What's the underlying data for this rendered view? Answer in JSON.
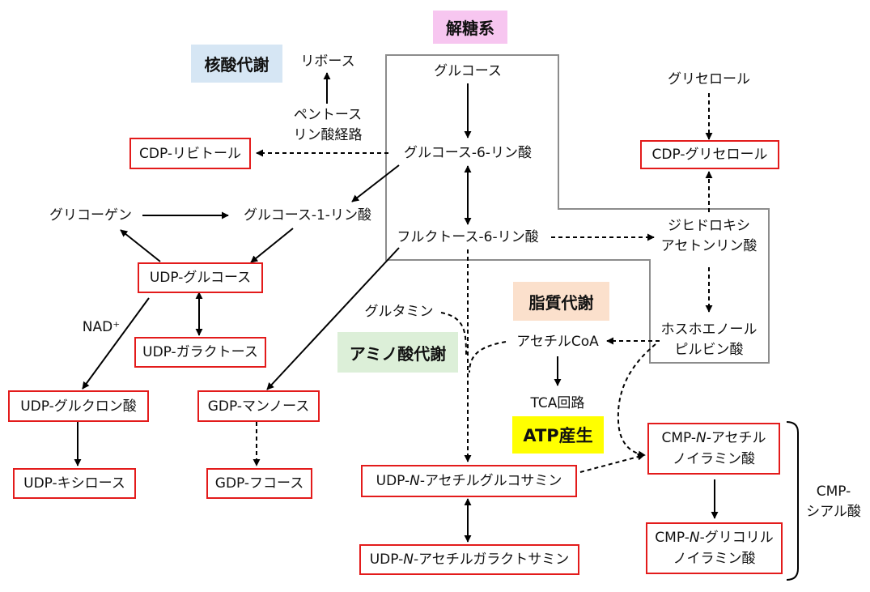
{
  "categories": {
    "glycolysis": "解糖系",
    "nucleic_acid": "核酸代謝",
    "lipid": "脂質代謝",
    "amino_acid": "アミノ酸代謝",
    "atp": "ATP産生"
  },
  "colors": {
    "glycolysis_bg": "#f7c6f0",
    "nucleic_acid_bg": "#d6e6f4",
    "lipid_bg": "#fbe0cc",
    "amino_acid_bg": "#dcefd8",
    "atp_bg": "#ffff00",
    "box_border": "#e31b1b",
    "region_border": "#8c8c8c"
  },
  "metabolites": {
    "glucose": "グルコース",
    "g6p": "グルコース-6-リン酸",
    "f6p": "フルクトース-6-リン酸",
    "g1p": "グルコース-1-リン酸",
    "glycogen": "グリコーゲン",
    "ribose": "リボース",
    "ppp_line1": "ペントース",
    "ppp_line2": "リン酸経路",
    "glycerol": "グリセロール",
    "dhap_line1": "ジヒドロキシ",
    "dhap_line2": "アセトンリン酸",
    "pep_line1": "ホスホエノール",
    "pep_line2": "ピルビン酸",
    "acetyl_coa": "アセチルCoA",
    "tca": "TCA回路",
    "glutamine": "グルタミン",
    "nad": "NAD⁺",
    "cmp_sia_line1": "CMP-",
    "cmp_sia_line2": "シアル酸"
  },
  "products": {
    "cdp_ribitol": "CDP-リビトール",
    "cdp_glycerol": "CDP-グリセロール",
    "udp_glc": "UDP-グルコース",
    "udp_gal": "UDP-ガラクトース",
    "udp_glca": "UDP-グルクロン酸",
    "udp_xyl": "UDP-キシロース",
    "gdp_man": "GDP-マンノース",
    "gdp_fuc": "GDP-フコース",
    "udp_glcnac_pre": "UDP-",
    "udp_glcnac_n": "N",
    "udp_glcnac_post": "-アセチルグルコサミン",
    "udp_galnac_pre": "UDP-",
    "udp_galnac_n": "N",
    "udp_galnac_post": "-アセチルガラクトサミン",
    "cmp_neuac_pre": "CMP-",
    "cmp_neuac_n": "N",
    "cmp_neuac_post": "-アセチル",
    "cmp_neuac_line2": "ノイラミン酸",
    "cmp_neugc_pre": "CMP-",
    "cmp_neugc_n": "N",
    "cmp_neugc_post": "-グリコリル",
    "cmp_neugc_line2": "ノイラミン酸"
  }
}
